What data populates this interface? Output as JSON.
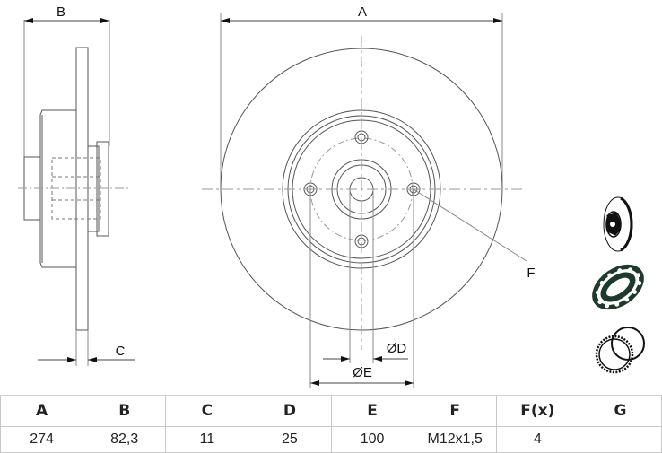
{
  "drawing": {
    "labels": {
      "A": "A",
      "B": "B",
      "C": "C",
      "F": "F",
      "D": "ØD",
      "E": "ØE"
    },
    "icons": [
      "brake-disc-icon",
      "wheel-bearing-icon",
      "abs-ring-icon"
    ]
  },
  "table": {
    "headers": [
      "A",
      "B",
      "C",
      "D",
      "E",
      "F",
      "F(x)",
      "G"
    ],
    "values": [
      "274",
      "82,3",
      "11",
      "25",
      "100",
      "M12x1,5",
      "4",
      ""
    ]
  },
  "colors": {
    "line": "#555555",
    "centerline": "#9a9a9a",
    "icon": "#1e3a2c",
    "table_border": "#c8c8c8"
  }
}
